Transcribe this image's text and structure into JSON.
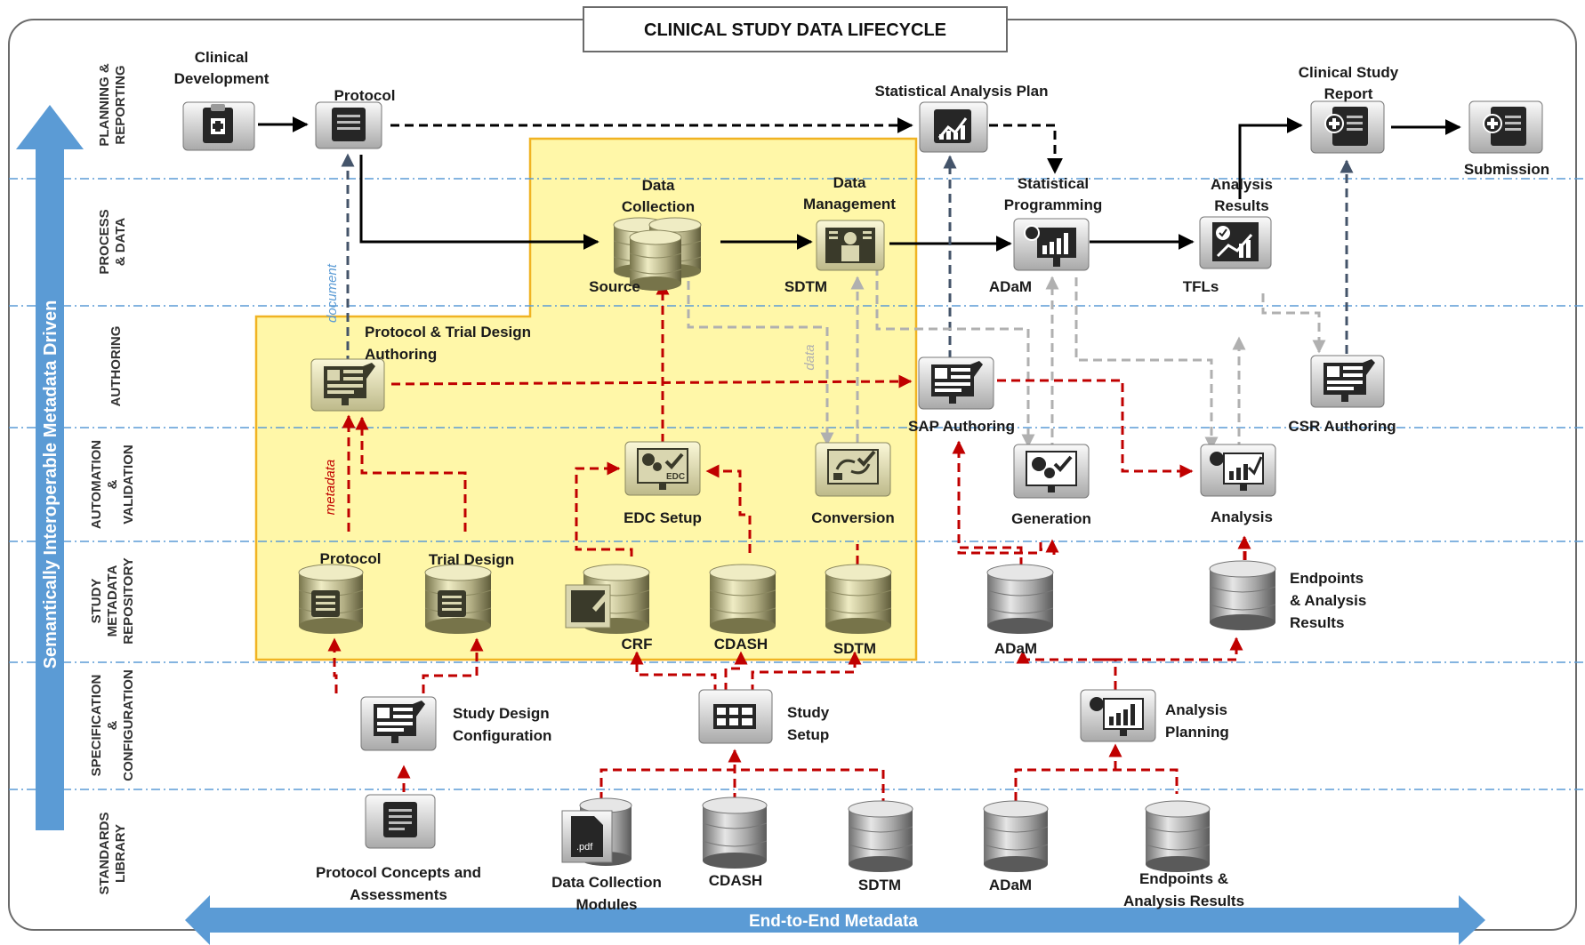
{
  "title": "CLINICAL STUDY DATA LIFECYCLE",
  "vertical_banner": "Semantically Interoperable Metadata Driven",
  "bottom_banner": "End-to-End Metadata",
  "lanes": {
    "planning": [
      "PLANNING &",
      "REPORTING"
    ],
    "process": [
      "PROCESS",
      "& DATA"
    ],
    "authoring": [
      "AUTHORING"
    ],
    "automation": [
      "AUTOMATION",
      "&",
      "VALIDATION"
    ],
    "repository": [
      "STUDY",
      "METADATA",
      "REPOSITORY"
    ],
    "specification": [
      "SPECIFICATION",
      "&",
      "CONFIGURATION"
    ],
    "standards": [
      "STANDARDS",
      "LIBRARY"
    ]
  },
  "nodes": {
    "clinical_development": [
      "Clinical",
      "Development"
    ],
    "protocol_top": "Protocol",
    "sap": "Statistical Analysis Plan",
    "csr": [
      "Clinical Study",
      "Report"
    ],
    "submission": "Submission",
    "data_collection": [
      "Data",
      "Collection"
    ],
    "source": "Source",
    "data_management": [
      "Data",
      "Management"
    ],
    "sdtm_process": "SDTM",
    "statistical_programming": [
      "Statistical",
      "Programming"
    ],
    "adam_process": "ADaM",
    "analysis_results": [
      "Analysis",
      "Results"
    ],
    "tfls": "TFLs",
    "protocol_trial_design_authoring": [
      "Protocol & Trial Design",
      "Authoring"
    ],
    "sap_authoring": "SAP Authoring",
    "csr_authoring": "CSR Authoring",
    "edc_setup": "EDC Setup",
    "conversion": "Conversion",
    "generation": "Generation",
    "analysis": "Analysis",
    "protocol_repo": "Protocol",
    "trial_design_repo": "Trial Design",
    "crf_repo": "CRF",
    "cdash_repo": "CDASH",
    "sdtm_repo": "SDTM",
    "adam_repo": "ADaM",
    "endpoints_repo": [
      "Endpoints",
      "& Analysis",
      "Results"
    ],
    "study_design_configuration": [
      "Study Design",
      "Configuration"
    ],
    "study_setup": [
      "Study",
      "Setup"
    ],
    "analysis_planning": [
      "Analysis",
      "Planning"
    ],
    "protocol_concepts": [
      "Protocol Concepts and",
      "Assessments"
    ],
    "data_collection_modules": [
      "Data Collection",
      "Modules"
    ],
    "cdash_lib": "CDASH",
    "sdtm_lib": "SDTM",
    "adam_lib": "ADaM",
    "endpoints_lib": [
      "Endpoints &",
      "Analysis Results"
    ]
  },
  "annotations": {
    "document": "document",
    "metadata": "metadata",
    "data": "data",
    "edc_icon_text": "EDC",
    "pdf_icon_text": ".pdf"
  },
  "colors": {
    "banner_blue": "#5b9bd5",
    "highlight_fill": "#fff7a8",
    "highlight_stroke": "#f0b323",
    "red_flow": "#c00000",
    "gray_flow": "#b0b0b0",
    "navy_flow": "#44546a",
    "black_flow": "#000000",
    "lane_divider": "#5b9bd5"
  }
}
